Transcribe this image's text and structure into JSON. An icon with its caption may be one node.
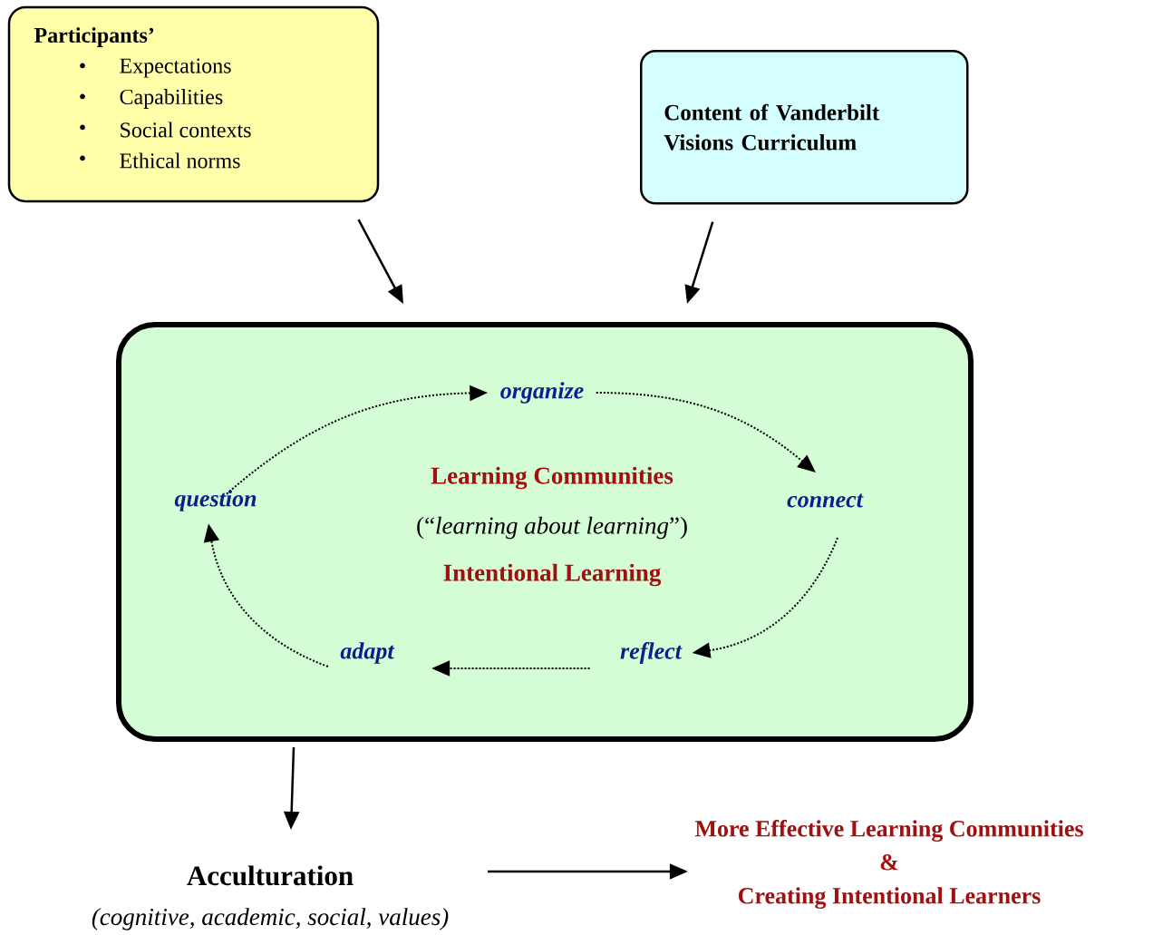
{
  "diagram": {
    "nodes": [
      {
        "text": [
          "Participants’",
          "Expectations",
          "Capabilities",
          "Social contexts",
          "Ethical norms"
        ]
      },
      {
        "text": [
          "Content of Vanderbilt Visions Curriculum"
        ]
      },
      {
        "text": [
          "Learning Communities",
          "(“*learning about learning*”)",
          "Intentional Learning"
        ]
      },
      {
        "text": [
          "organize"
        ],
        "in": 2
      },
      {
        "text": [
          "connect"
        ],
        "in": 2
      },
      {
        "text": [
          "reflect"
        ],
        "in": 2
      },
      {
        "text": [
          "adapt"
        ],
        "in": 2
      },
      {
        "text": [
          "question"
        ],
        "in": 2
      },
      {
        "text": [
          "Acculturation",
          "(cognitive, academic, social, values)"
        ]
      },
      {
        "text": [
          "More Effective Learning Communities",
          "&",
          "Creating Intentional Learners"
        ]
      }
    ],
    "edges": [
      {
        "from": 0,
        "to": 2,
        "arrow": "to"
      },
      {
        "from": 1,
        "to": 2,
        "arrow": "to"
      },
      {
        "from": 7,
        "to": 3,
        "arrow": "to",
        "style": "dashed"
      },
      {
        "from": 3,
        "to": 4,
        "arrow": "to",
        "style": "dashed"
      },
      {
        "from": 4,
        "to": 5,
        "arrow": "to",
        "style": "dashed"
      },
      {
        "from": 5,
        "to": 6,
        "arrow": "to",
        "style": "dashed"
      },
      {
        "from": 6,
        "to": 7,
        "arrow": "to",
        "style": "dashed"
      },
      {
        "from": 2,
        "to": 8,
        "arrow": "to"
      },
      {
        "from": 8,
        "to": 9,
        "arrow": "to"
      }
    ],
    "labels": [
      "•",
      "•",
      "•",
      "•"
    ]
  }
}
